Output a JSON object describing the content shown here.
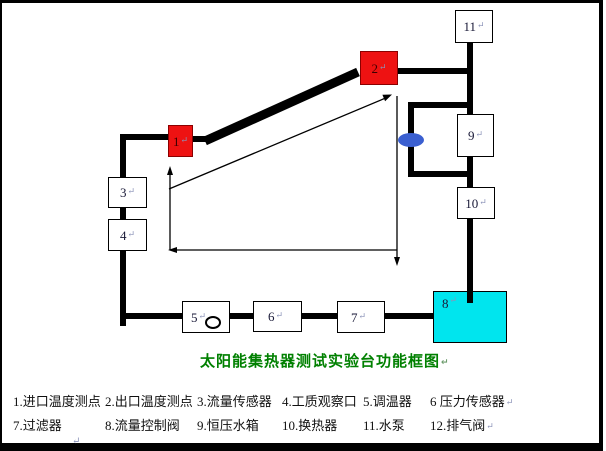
{
  "title": {
    "text": "太阳能集热器测试实验台功能框图",
    "color": "#008000"
  },
  "diagram": {
    "return_mark": "↵",
    "boxes": {
      "b1": "1",
      "b2": "2",
      "b3": "3",
      "b4": "4",
      "b5": "5",
      "b6": "6",
      "b7": "7",
      "b8": "8",
      "b9": "9",
      "b10": "10",
      "b11": "11"
    },
    "colors": {
      "red_box": "#ee1212",
      "cyan_tank": "#00e5ee",
      "valve_ellipse": "#3a5fd0",
      "pipe": "#000000",
      "title_green": "#008000"
    }
  },
  "legend": {
    "row1": [
      "1.进口温度测点",
      "2.出口温度测点",
      "3.流量传感器",
      "4.工质观察口",
      "5.调温器",
      "6 压力传感器"
    ],
    "row2": [
      "7.过滤器",
      "8.流量控制阀",
      "9.恒压水箱",
      "10.换热器",
      "11.水泵",
      "12.排气阀"
    ]
  },
  "stray_return_mark": "↵"
}
